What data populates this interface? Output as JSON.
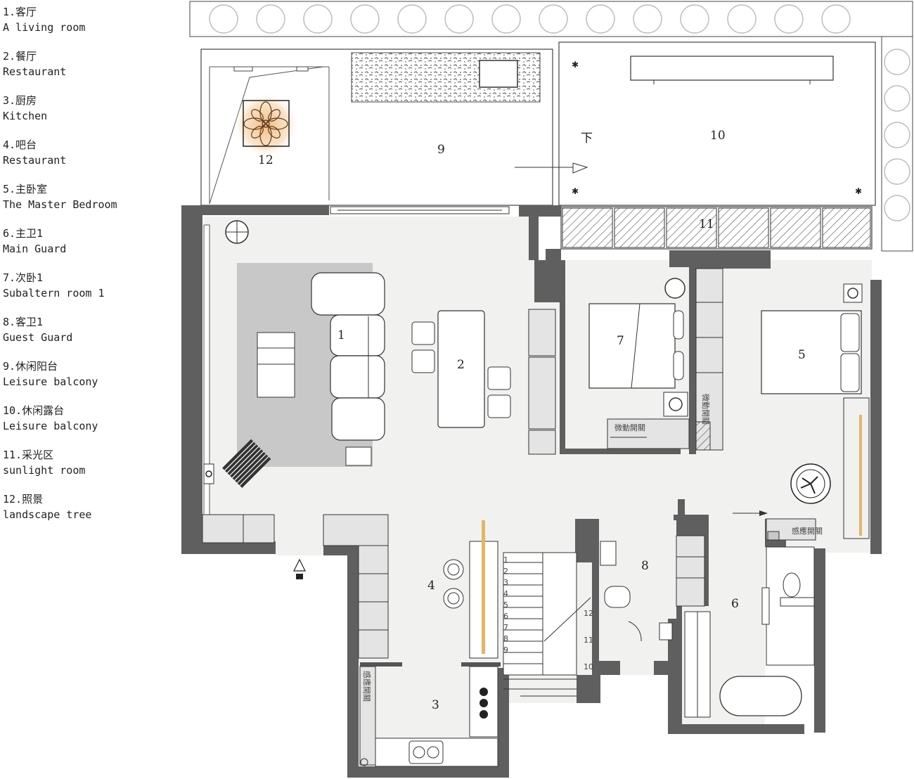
{
  "legend": [
    {
      "zh": "1.客厅",
      "en": "A living room"
    },
    {
      "zh": "2.餐厅",
      "en": "Restaurant"
    },
    {
      "zh": "3.厨房",
      "en": "Kitchen"
    },
    {
      "zh": "4.吧台",
      "en": "Restaurant"
    },
    {
      "zh": "5.主卧室",
      "en": "The Master Bedroom"
    },
    {
      "zh": "6.主卫1",
      "en": "Main Guard"
    },
    {
      "zh": "7.次卧1",
      "en": "Subaltern room 1"
    },
    {
      "zh": "8.客卫1",
      "en": "Guest Guard"
    },
    {
      "zh": "9.休闲阳台",
      "en": "Leisure balcony"
    },
    {
      "zh": "10.休闲露台",
      "en": "Leisure balcony"
    },
    {
      "zh": "11.采光区",
      "en": "sunlight room"
    },
    {
      "zh": "12.照景",
      "en": "landscape tree"
    }
  ],
  "rooms": {
    "r1": "1",
    "r2": "2",
    "r3": "3",
    "r4": "4",
    "r5": "5",
    "r6": "6",
    "r7": "7",
    "r8": "8",
    "r9": "9",
    "r10": "10",
    "r11": "11",
    "r12": "12"
  },
  "plan_labels": {
    "down": "下",
    "switch_7": "微動開關",
    "switch_wardrobe": "微動開關",
    "switch_master": "感應開關",
    "switch_kitchen": "感應開關"
  },
  "stair_steps": [
    "1",
    "2",
    "3",
    "4",
    "5",
    "6",
    "7",
    "8",
    "9",
    "10",
    "11",
    "12"
  ],
  "colors": {
    "wall": "#5f5f5f",
    "floor": "#f1f1f0",
    "rug": "#c8c8c8",
    "cabinet": "#e4e4e4",
    "tree_glow": "#f3b777"
  }
}
